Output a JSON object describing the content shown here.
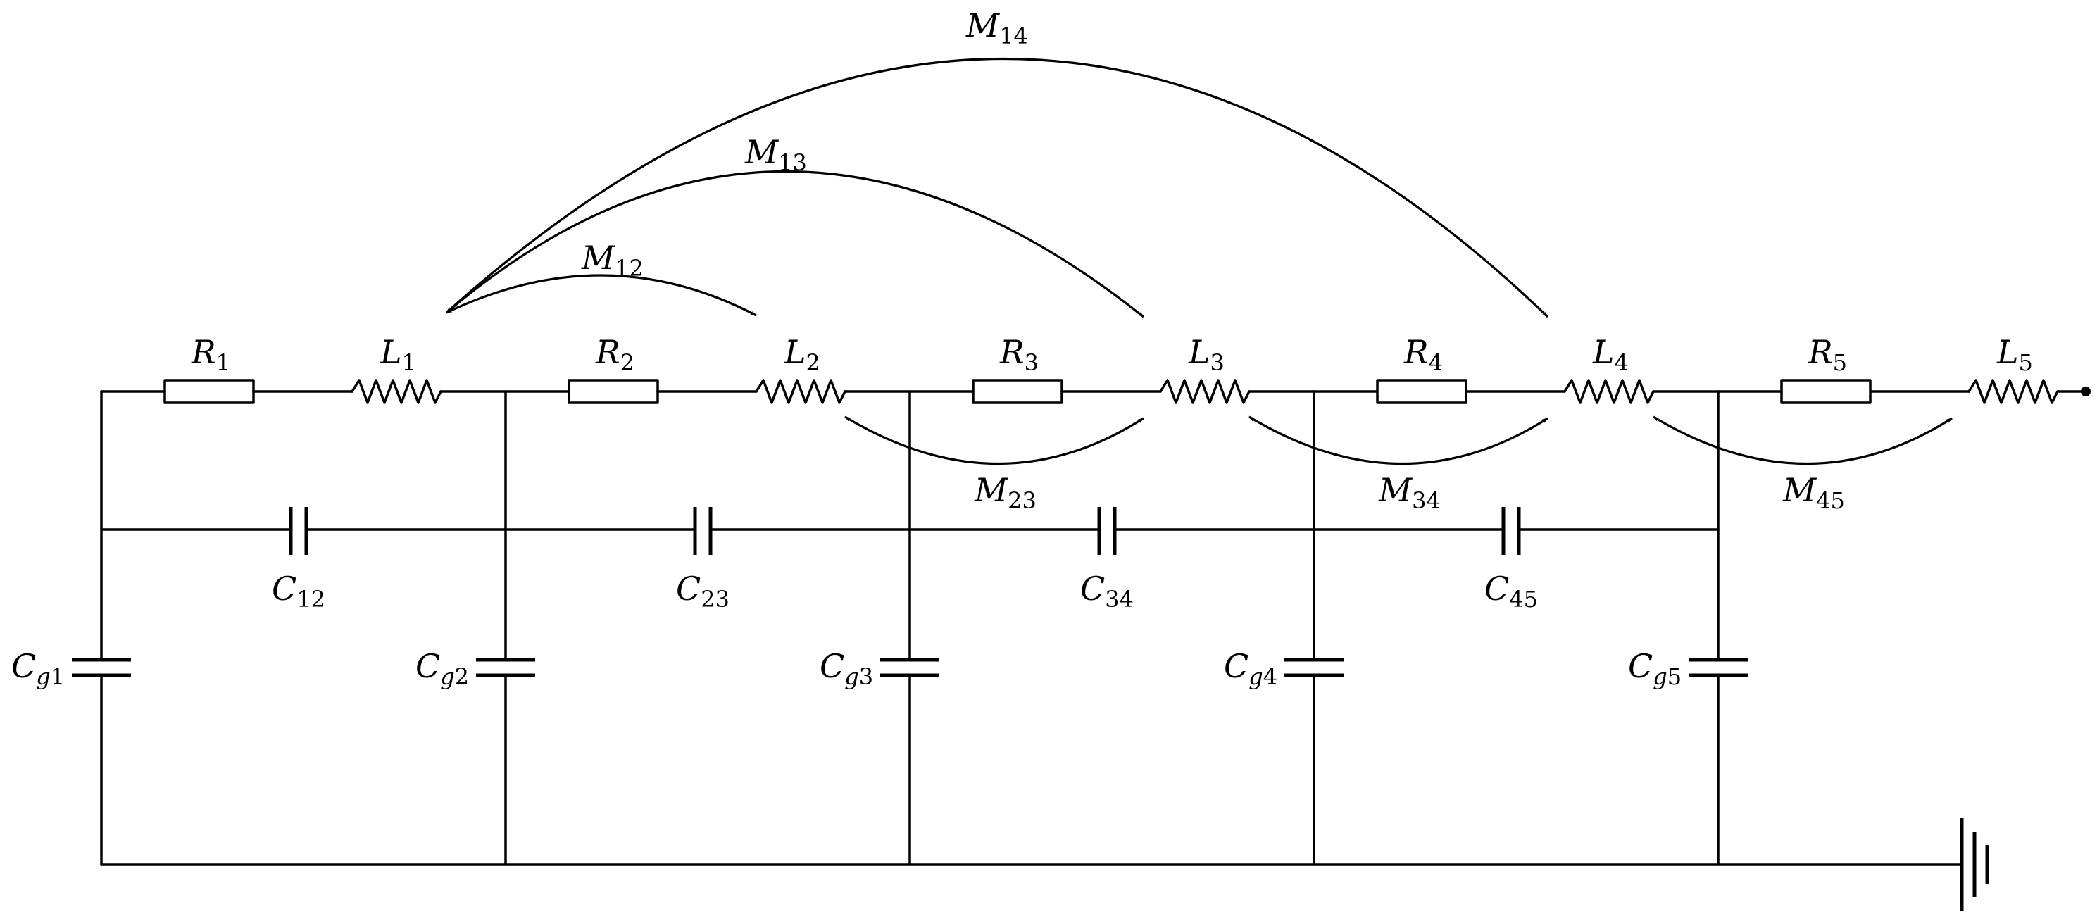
{
  "diagram": {
    "stages": [
      {
        "R": "R",
        "R_sub": "1",
        "L": "L",
        "L_sub": "1",
        "Cg": "C",
        "Cg_sub_a": "g",
        "Cg_sub_b": "1"
      },
      {
        "R": "R",
        "R_sub": "2",
        "L": "L",
        "L_sub": "2",
        "Cg": "C",
        "Cg_sub_a": "g",
        "Cg_sub_b": "2"
      },
      {
        "R": "R",
        "R_sub": "3",
        "L": "L",
        "L_sub": "3",
        "Cg": "C",
        "Cg_sub_a": "g",
        "Cg_sub_b": "3"
      },
      {
        "R": "R",
        "R_sub": "4",
        "L": "L",
        "L_sub": "4",
        "Cg": "C",
        "Cg_sub_a": "g",
        "Cg_sub_b": "4"
      },
      {
        "R": "R",
        "R_sub": "5",
        "L": "L",
        "L_sub": "5",
        "Cg": "C",
        "Cg_sub_a": "g",
        "Cg_sub_b": "5"
      }
    ],
    "series_caps": [
      {
        "sym": "C",
        "sub": "12"
      },
      {
        "sym": "C",
        "sub": "23"
      },
      {
        "sym": "C",
        "sub": "34"
      },
      {
        "sym": "C",
        "sub": "45"
      }
    ],
    "mutuals_adjacent": [
      {
        "sym": "M",
        "sub": "23"
      },
      {
        "sym": "M",
        "sub": "34"
      },
      {
        "sym": "M",
        "sub": "45"
      }
    ],
    "mutuals_from_L1": [
      {
        "sym": "M",
        "sub": "12"
      },
      {
        "sym": "M",
        "sub": "13"
      },
      {
        "sym": "M",
        "sub": "14"
      }
    ]
  }
}
